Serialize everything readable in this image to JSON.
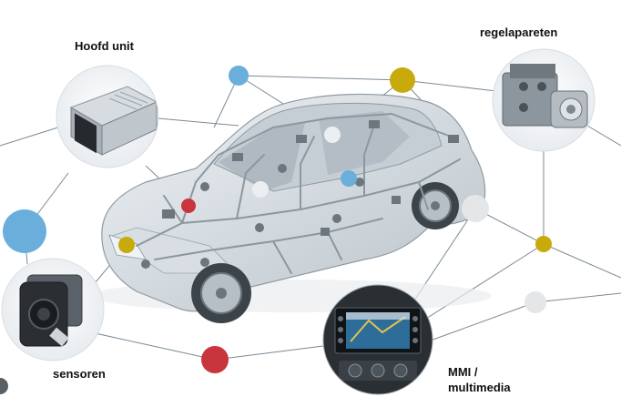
{
  "labels": {
    "head_unit": "Hoofd unit",
    "controllers": "regelapareten",
    "sensors": "sensoren",
    "mmi_line1": "MMI /",
    "mmi_line2": "multimedia"
  },
  "colors": {
    "blue": "#6aaedc",
    "gold": "#c8aa0c",
    "red": "#c9353c",
    "light_gray": "#e4e4e4",
    "line": "#7a8a96",
    "car_body": "#cfd6dc",
    "wiring": "#8d979f"
  },
  "icons": {
    "head_unit": "ecu-module-icon",
    "controllers": "abs-control-unit-icon",
    "sensors": "radar-sensor-icon",
    "mmi": "navigation-display-icon"
  }
}
